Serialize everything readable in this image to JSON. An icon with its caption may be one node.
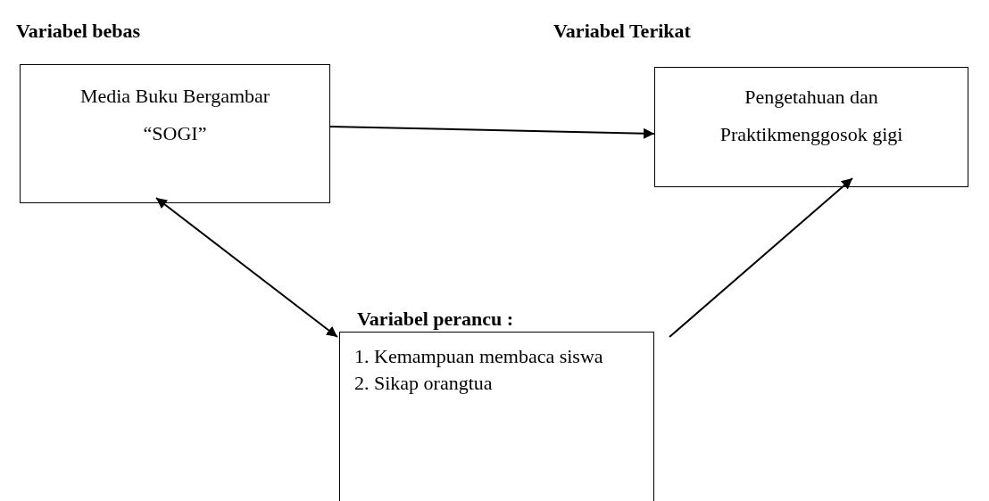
{
  "diagram": {
    "nodes": [
      {
        "text": [
          "Media Buku Bergambar “SOGI”"
        ]
      },
      {
        "text": [
          "Pengetahuan dan Praktikmenggosok gigi"
        ]
      },
      {
        "text": [
          "1. Kemampuan membaca siswa",
          "2. Sikap orangtua"
        ]
      }
    ],
    "edges": [
      {
        "from": 0,
        "to": 1,
        "arrow": "to"
      },
      {
        "from": 0,
        "to": 2,
        "arrow": "both"
      },
      {
        "from": 2,
        "to": 1,
        "arrow": "to"
      }
    ],
    "labels": [
      "Variabel bebas",
      "Variabel Terikat",
      "Variabel perancu :"
    ]
  }
}
